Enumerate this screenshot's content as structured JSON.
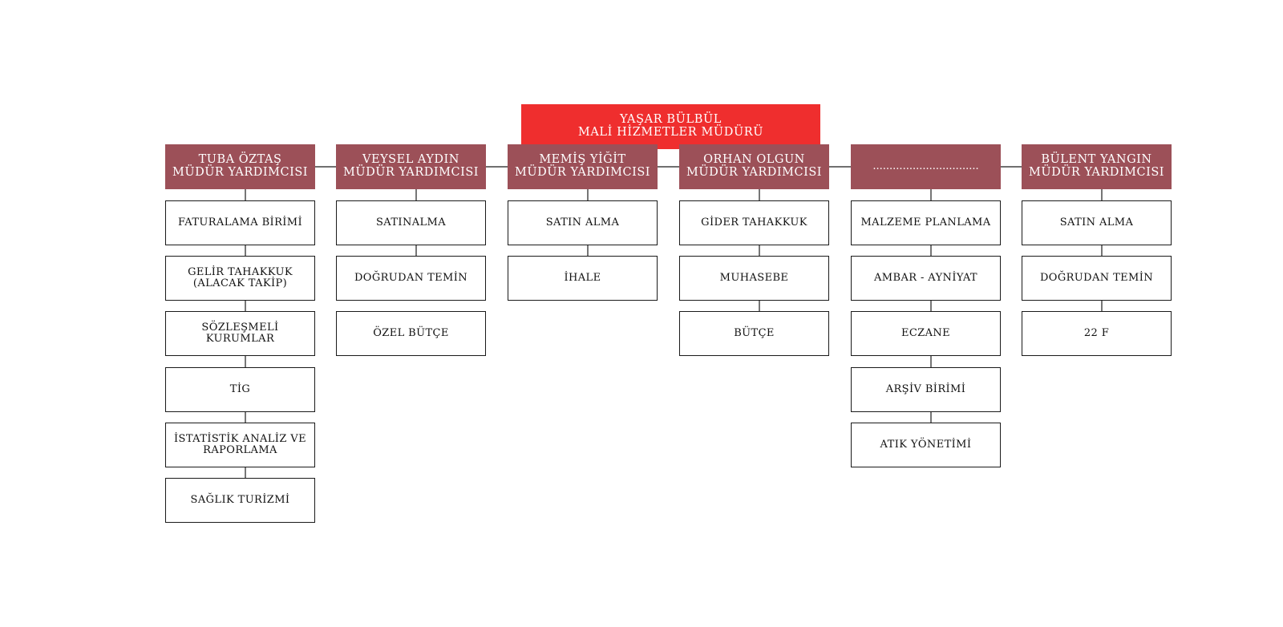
{
  "director": {
    "name": "YAŞAR BÜLBÜL",
    "title": "MALİ HİZMETLER MÜDÜRÜ"
  },
  "columns": [
    {
      "manager": {
        "name": "TUBA ÖZTAŞ",
        "title": "MÜDÜR YARDIMCISI"
      },
      "units": [
        {
          "line1": "FATURALAMA BİRİMİ",
          "line2": ""
        },
        {
          "line1": "GELİR TAHAKKUK",
          "line2": "(ALACAK TAKİP)"
        },
        {
          "line1": "SÖZLEŞMELİ KURUMLAR",
          "line2": ""
        },
        {
          "line1": "TİG",
          "line2": ""
        },
        {
          "line1": "İSTATİSTİK ANALİZ VE",
          "line2": "RAPORLAMA"
        },
        {
          "line1": "SAĞLIK TURİZMİ",
          "line2": ""
        }
      ]
    },
    {
      "manager": {
        "name": "VEYSEL AYDIN",
        "title": "MÜDÜR YARDIMCISI"
      },
      "units": [
        {
          "line1": "SATINALMA",
          "line2": ""
        },
        {
          "line1": "DOĞRUDAN TEMİN",
          "line2": ""
        },
        {
          "line1": "ÖZEL BÜTÇE",
          "line2": ""
        }
      ]
    },
    {
      "manager": {
        "name": "MEMİŞ YİĞİT",
        "title": "MÜDÜR YARDIMCISI"
      },
      "units": [
        {
          "line1": "SATIN ALMA",
          "line2": ""
        },
        {
          "line1": "İHALE",
          "line2": ""
        }
      ]
    },
    {
      "manager": {
        "name": "ORHAN OLGUN",
        "title": "MÜDÜR YARDIMCISI"
      },
      "units": [
        {
          "line1": "GİDER TAHAKKUK",
          "line2": ""
        },
        {
          "line1": "MUHASEBE",
          "line2": ""
        },
        {
          "line1": "BÜTÇE",
          "line2": ""
        }
      ]
    },
    {
      "manager": {
        "name": "................................",
        "title": ""
      },
      "units": [
        {
          "line1": "MALZEME PLANLAMA",
          "line2": ""
        },
        {
          "line1": "AMBAR - AYNİYAT",
          "line2": ""
        },
        {
          "line1": "ECZANE",
          "line2": ""
        },
        {
          "line1": "ARŞİV BİRİMİ",
          "line2": ""
        },
        {
          "line1": "ATIK YÖNETİMİ",
          "line2": ""
        }
      ]
    },
    {
      "manager": {
        "name": "BÜLENT YANGIN",
        "title": "MÜDÜR YARDIMCISI"
      },
      "units": [
        {
          "line1": "SATIN ALMA",
          "line2": ""
        },
        {
          "line1": "DOĞRUDAN TEMİN",
          "line2": ""
        },
        {
          "line1": "22 F",
          "line2": ""
        }
      ]
    }
  ],
  "colors": {
    "director_fill": "#ef2e2e",
    "manager_fill": "#9c5058",
    "unit_border": "#1a1a1a"
  }
}
